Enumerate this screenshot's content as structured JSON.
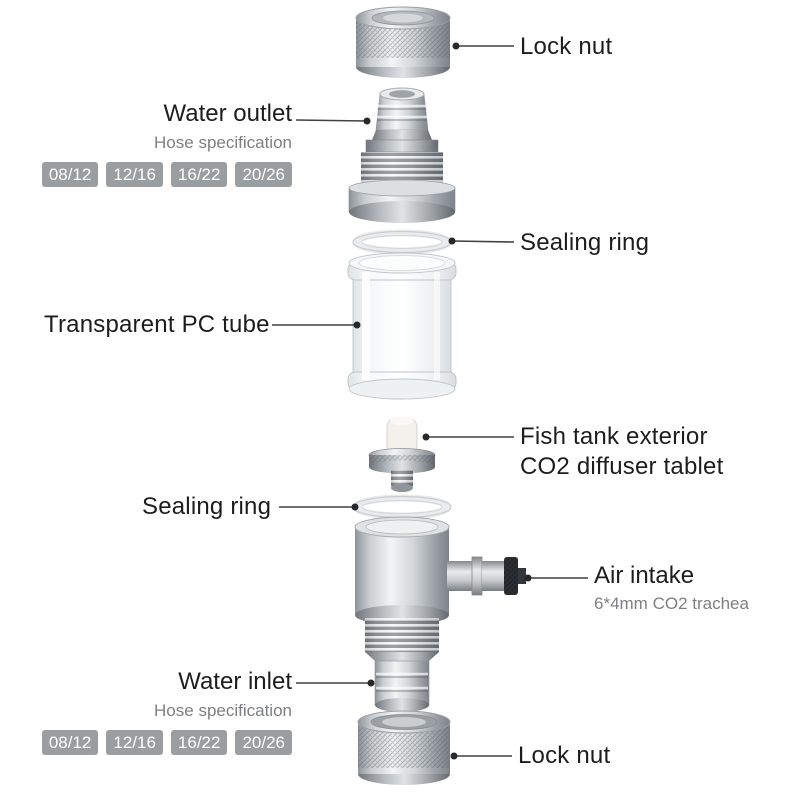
{
  "parts": {
    "lock_nut_top": {
      "label": "Lock nut"
    },
    "water_outlet": {
      "label": "Water outlet",
      "sub": "Hose specification",
      "hose_sizes": [
        "08/12",
        "12/16",
        "16/22",
        "20/26"
      ]
    },
    "sealing_ring_top": {
      "label": "Sealing ring"
    },
    "pc_tube": {
      "label": "Transparent PC tube"
    },
    "diffuser_tablet": {
      "label_line1": "Fish tank exterior",
      "label_line2": "CO2 diffuser tablet"
    },
    "sealing_ring_bottom": {
      "label": "Sealing ring"
    },
    "air_intake": {
      "label": "Air intake",
      "sub": "6*4mm CO2 trachea"
    },
    "water_inlet": {
      "label": "Water inlet",
      "sub": "Hose specification",
      "hose_sizes": [
        "08/12",
        "12/16",
        "16/22",
        "20/26"
      ]
    },
    "lock_nut_bottom": {
      "label": "Lock nut"
    }
  },
  "colors": {
    "badge_bg": "#9a9ea1",
    "badge_text": "#ffffff",
    "label_text": "#1d1d1f",
    "sub_text": "#7d7f82",
    "leader_line": "#3f4144",
    "metal_light": "#f2f4f5",
    "metal_dark": "#7d8388"
  }
}
